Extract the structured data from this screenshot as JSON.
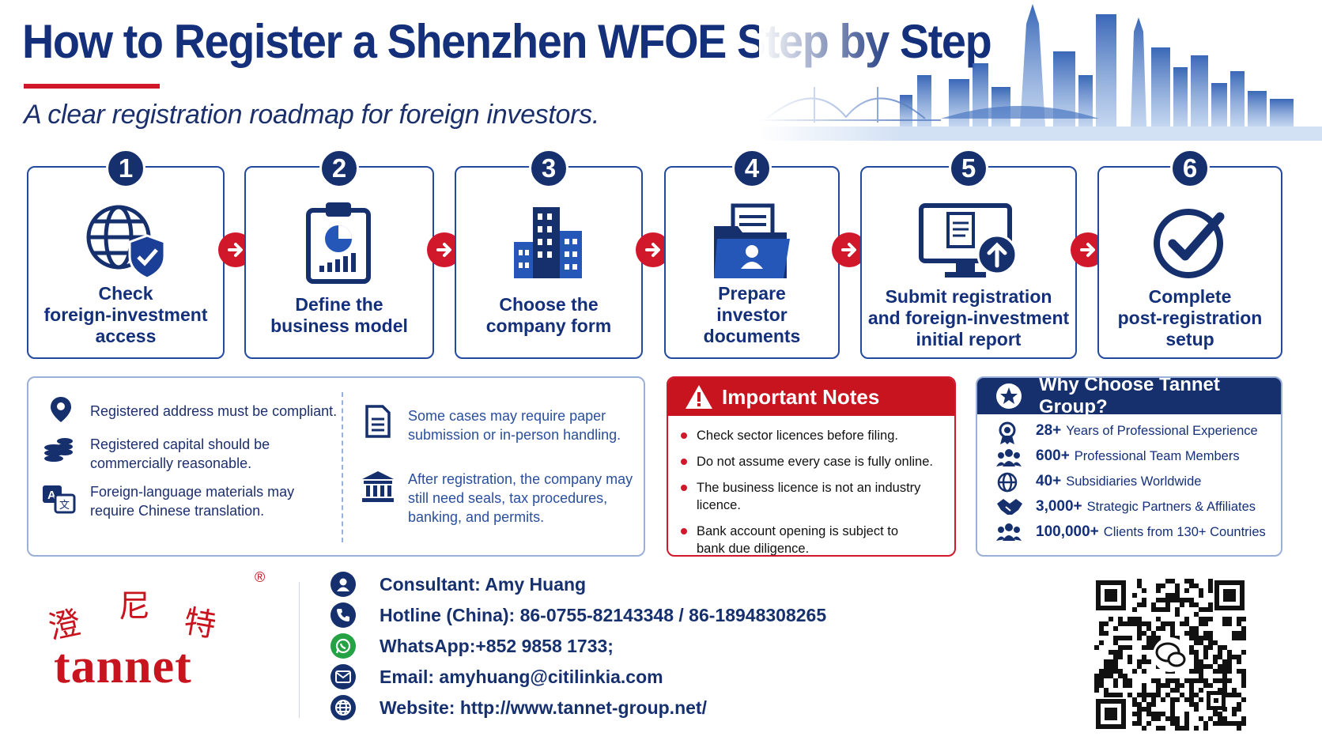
{
  "header": {
    "title": "How to Register a Shenzhen WFOE Step by Step",
    "subtitle": "A clear registration roadmap for foreign investors."
  },
  "steps": [
    {
      "num": "1",
      "lines": [
        "Check",
        "foreign-investment",
        "access"
      ],
      "icon": "globe-shield-icon"
    },
    {
      "num": "2",
      "lines": [
        "Define the",
        "business model"
      ],
      "icon": "clipboard-chart-icon"
    },
    {
      "num": "3",
      "lines": [
        "Choose the",
        "company form"
      ],
      "icon": "office-building-icon"
    },
    {
      "num": "4",
      "lines": [
        "Prepare",
        "investor",
        "documents"
      ],
      "icon": "document-folder-icon"
    },
    {
      "num": "5",
      "lines": [
        "Submit registration",
        "and foreign-investment",
        "initial report"
      ],
      "icon": "monitor-upload-icon"
    },
    {
      "num": "6",
      "lines": [
        "Complete",
        "post-registration",
        "setup"
      ],
      "icon": "check-circle-icon"
    }
  ],
  "info": {
    "left": [
      {
        "text_lines": [
          "Registered address must be compliant."
        ],
        "icon": "location-pin-icon"
      },
      {
        "text_lines": [
          "Registered capital should be",
          "commercially reasonable."
        ],
        "icon": "coins-icon"
      },
      {
        "text_lines": [
          "Foreign-language materials may",
          "require Chinese translation."
        ],
        "icon": "translate-icon"
      }
    ],
    "right": [
      {
        "text_lines": [
          "Some cases may require paper",
          "submission or in-person handling."
        ],
        "icon": "paper-document-icon"
      },
      {
        "text_lines": [
          "After registration, the company may",
          "still need seals, tax procedures,",
          "banking, and permits."
        ],
        "icon": "bank-building-icon"
      }
    ]
  },
  "notes": {
    "title": "Important Notes",
    "items": [
      [
        "Check sector licences before filing."
      ],
      [
        "Do not assume every case is fully online."
      ],
      [
        "The business licence is not an industry licence."
      ],
      [
        "Bank account opening is subject to",
        "bank due diligence."
      ]
    ]
  },
  "why": {
    "title": "Why Choose Tannet Group?",
    "rows": [
      {
        "num": "28+",
        "text": "Years of Professional Experience",
        "icon": "award-ribbon-icon"
      },
      {
        "num": "600+",
        "text": "Professional Team Members",
        "icon": "team-icon"
      },
      {
        "num": "40+",
        "text": "Subsidiaries Worldwide",
        "icon": "globe-icon"
      },
      {
        "num": "3,000+",
        "text": "Strategic Partners & Affiliates",
        "icon": "handshake-icon"
      },
      {
        "num": "100,000+",
        "text": "Clients from 130+ Countries",
        "icon": "clients-icon"
      }
    ]
  },
  "brand": {
    "logo_text": "tannet",
    "logo_cn": [
      "澄",
      "尼",
      "特"
    ],
    "registered_mark": "®",
    "color": "#c8141f"
  },
  "contacts": [
    {
      "text": "Consultant: Amy Huang",
      "icon": "user-icon"
    },
    {
      "text": "Hotline (China): 86-0755-82143348 / 86-18948308265",
      "icon": "phone-icon"
    },
    {
      "text": "WhatsApp:+852 9858 1733;",
      "icon": "whatsapp-icon"
    },
    {
      "text": "Email: amyhuang@citilinkia.com",
      "icon": "email-icon"
    },
    {
      "text": "Website: http://www.tannet-group.net/",
      "icon": "website-globe-icon"
    }
  ],
  "colors": {
    "navy": "#16306e",
    "red": "#d0182a",
    "border": "#234a9e"
  }
}
